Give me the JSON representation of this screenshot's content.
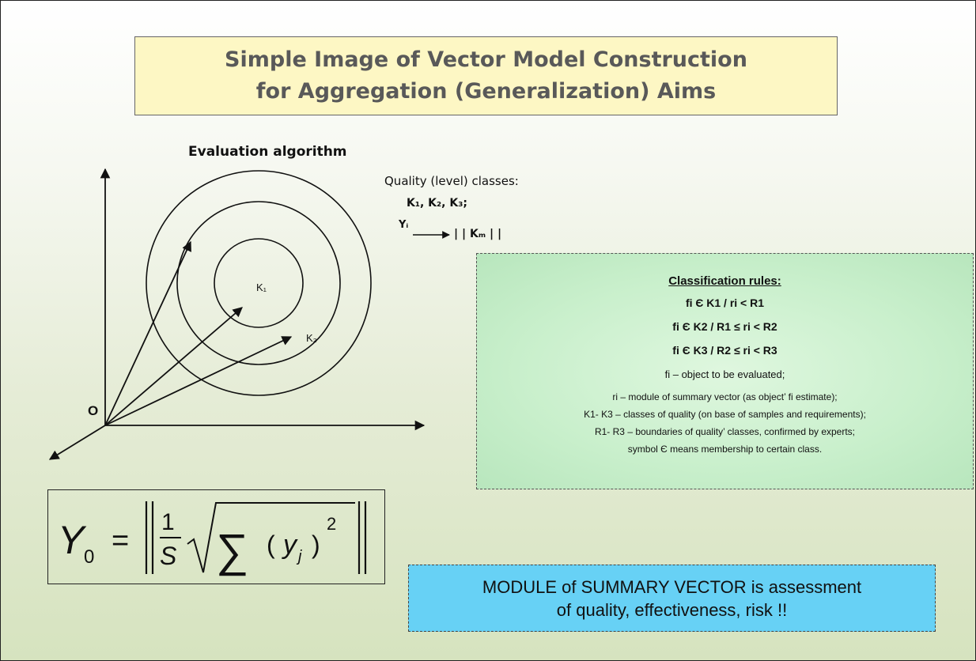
{
  "title": {
    "line1": "Simple Image of Vector Model Construction",
    "line2": "for Aggregation (Generalization) Aims"
  },
  "diagram": {
    "algorithm_label": "Evaluation  algorithm",
    "origin_label": "O",
    "circle_label_k1": "K₁",
    "circle_label_k2": "K₂"
  },
  "quality": {
    "heading": "Quality (level) classes:",
    "classes": "K₁, K₂, K₃;",
    "mapping_left": "Yᵢ",
    "mapping_right": "| | Kₘ | |"
  },
  "rules": {
    "heading": "Classification rules:",
    "rule1": "fi Є K1 / ri < R1",
    "rule2": "fi Є K2 / R1 ≤ ri < R2",
    "rule3": "fi Є K3 / R2 ≤ ri < R3",
    "desc1": "fi – object to be evaluated;",
    "desc2": "ri – module of summary vector (as object’ fi estimate);",
    "desc3": "K1- K3 – classes of quality (on base of samples and requirements);",
    "desc4": "R1- R3 – boundaries of quality’ classes, confirmed by experts;",
    "desc5": "symbol Є means membership to certain class."
  },
  "formula": {
    "lhs": "Y",
    "lhs_sub": "0",
    "equals": "=",
    "numerator": "1",
    "denominator": "S",
    "sum": "∑",
    "term_open": "(",
    "term_var": "y",
    "term_sub": "j",
    "term_close": ")",
    "term_exp": "2"
  },
  "module": {
    "line1": "MODULE of SUMMARY VECTOR is assessment",
    "line2": "of quality, effectiveness, risk !!"
  }
}
